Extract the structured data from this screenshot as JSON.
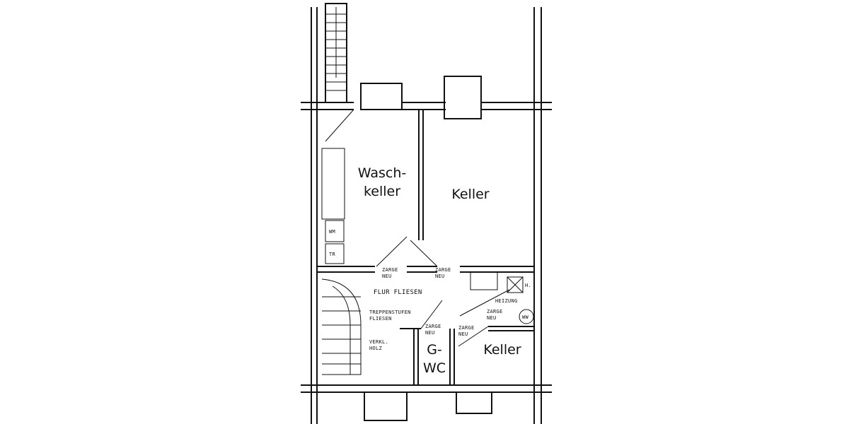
{
  "rooms": {
    "waschkeller_line1": "Wasch-",
    "waschkeller_line2": "keller",
    "keller_main": "Keller",
    "gwc_line1": "G-",
    "gwc_line2": "WC",
    "keller_small": "Keller"
  },
  "notes": {
    "zarge_1": "ZARGE\nNEU",
    "zarge_2": "ZARGE\nNEU",
    "zarge_3": "ZARGE\nNEU",
    "zarge_4": "ZARGE\nNEU",
    "zarge_5": "ZARGE\nNEU",
    "flur": "FLUR FLIESEN",
    "treppen": "TREPPENSTUFEN\nFLIESEN",
    "verkl": "VERKL.\nHOLZ",
    "heizung": "HEIZUNG",
    "ww": "WW",
    "h": "H.",
    "wm": "WM",
    "tr": "TR"
  }
}
